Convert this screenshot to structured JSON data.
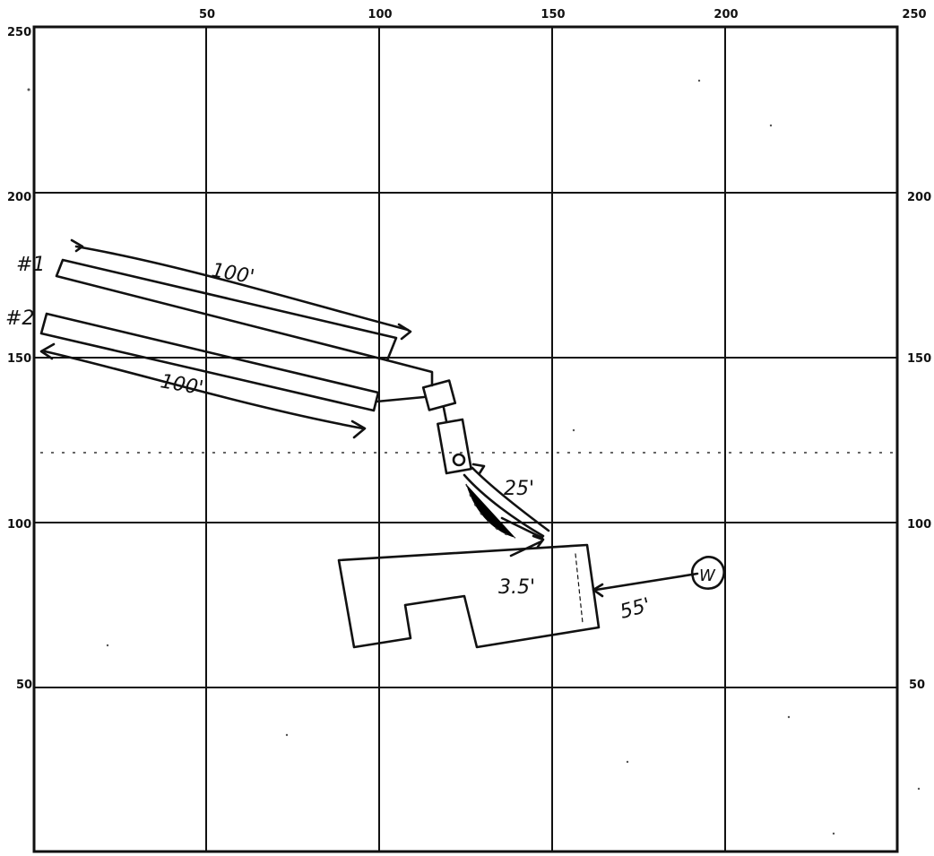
{
  "grid": {
    "x_top_ticks": [
      "50",
      "100",
      "150",
      "200",
      "250"
    ],
    "y_left_ticks": [
      "250",
      "200",
      "150",
      "100",
      "50"
    ],
    "y_right_ticks": [
      "200",
      "150",
      "100",
      "50"
    ]
  },
  "annotations": {
    "line1_label": "#1",
    "line2_label": "#2",
    "line1_length": "100'",
    "line2_length": "100'",
    "pipe_length": "25'",
    "gap_length": "3.5'",
    "well_distance": "55'",
    "well_symbol": "W"
  }
}
